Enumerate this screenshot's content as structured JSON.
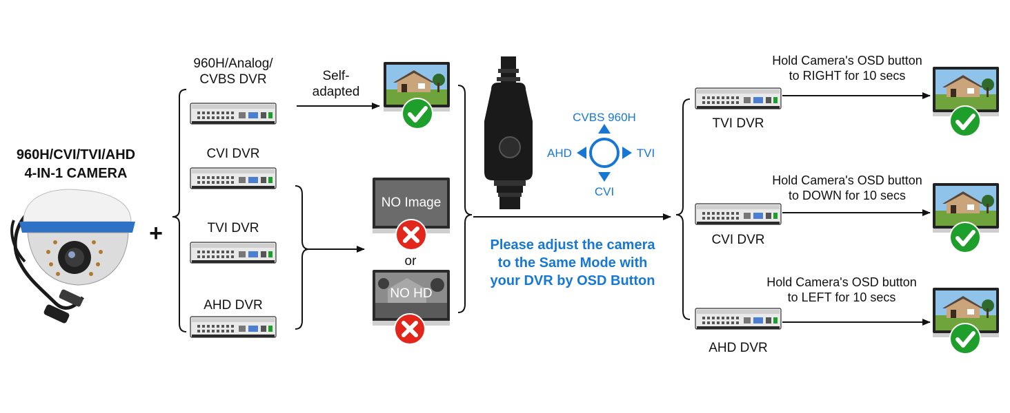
{
  "camera": {
    "title_line1": "960H/CVI/TVI/AHD",
    "title_line2": "4-IN-1 CAMERA"
  },
  "plus_sign": "+",
  "dvrs_left": [
    {
      "label_line1": "960H/Analog/",
      "label_line2": "CVBS DVR"
    },
    {
      "label_line1": "CVI DVR"
    },
    {
      "label_line1": "TVI DVR"
    },
    {
      "label_line1": "AHD DVR"
    }
  ],
  "self_adapted": {
    "line1": "Self-",
    "line2": "adapted"
  },
  "monitor_no_image": "NO Image",
  "or_text": "or",
  "monitor_no_hd": "NO HD",
  "osd": {
    "top": "CVBS 960H",
    "left": "AHD",
    "right": "TVI",
    "bottom": "CVI"
  },
  "adjust_message": {
    "line1": "Please adjust the camera",
    "line2": "to the Same Mode with",
    "line3": "your DVR by OSD Button"
  },
  "dvrs_right": [
    {
      "label": "TVI DVR",
      "hint_line1": "Hold Camera's OSD button",
      "hint_line2": "to RIGHT for 10 secs"
    },
    {
      "label": "CVI DVR",
      "hint_line1": "Hold Camera's OSD button",
      "hint_line2": "to DOWN for 10 secs"
    },
    {
      "label": "AHD DVR",
      "hint_line1": "Hold Camera's OSD button",
      "hint_line2": "to LEFT for 10 secs"
    }
  ],
  "colors": {
    "accent_blue": "#1677d4",
    "ok_green": "#1e9e2a",
    "error_red": "#e2261c"
  },
  "icons": [
    "dome-camera-icon",
    "dvr-recorder-icon",
    "monitor-icon",
    "check-icon",
    "cross-icon",
    "osd-cable-icon",
    "osd-joystick-icon"
  ]
}
